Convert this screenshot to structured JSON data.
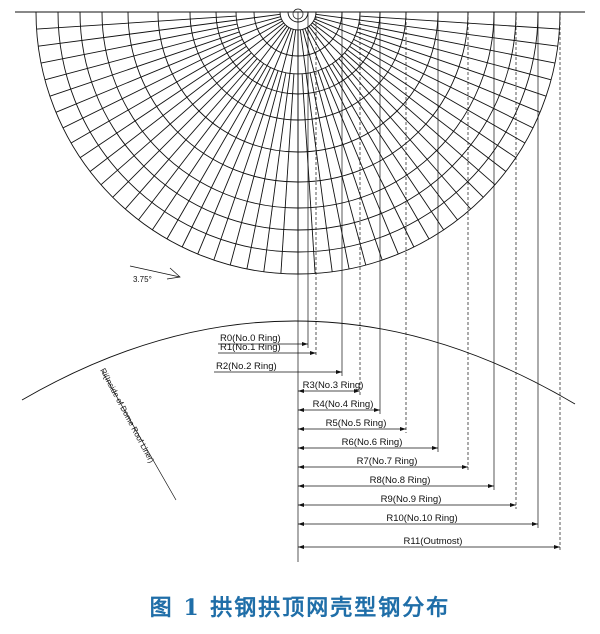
{
  "angle_label": "3.75°",
  "liner_label": "Ri(Inside of Dome Roof Liner)",
  "rings": [
    "R0(No.0 Ring)",
    "R1(No.1 Ring)",
    "R2(No.2 Ring)",
    "R3(No.3 Ring)",
    "R4(No.4 Ring)",
    "R5(No.5 Ring)",
    "R6(No.6 Ring)",
    "R7(No.7 Ring)",
    "R8(No.8 Ring)",
    "R9(No.9 Ring)",
    "R10(No.10 Ring)",
    "R11(Outmost)"
  ],
  "caption": "图 1   拱钢拱顶网壳型钢分布"
}
